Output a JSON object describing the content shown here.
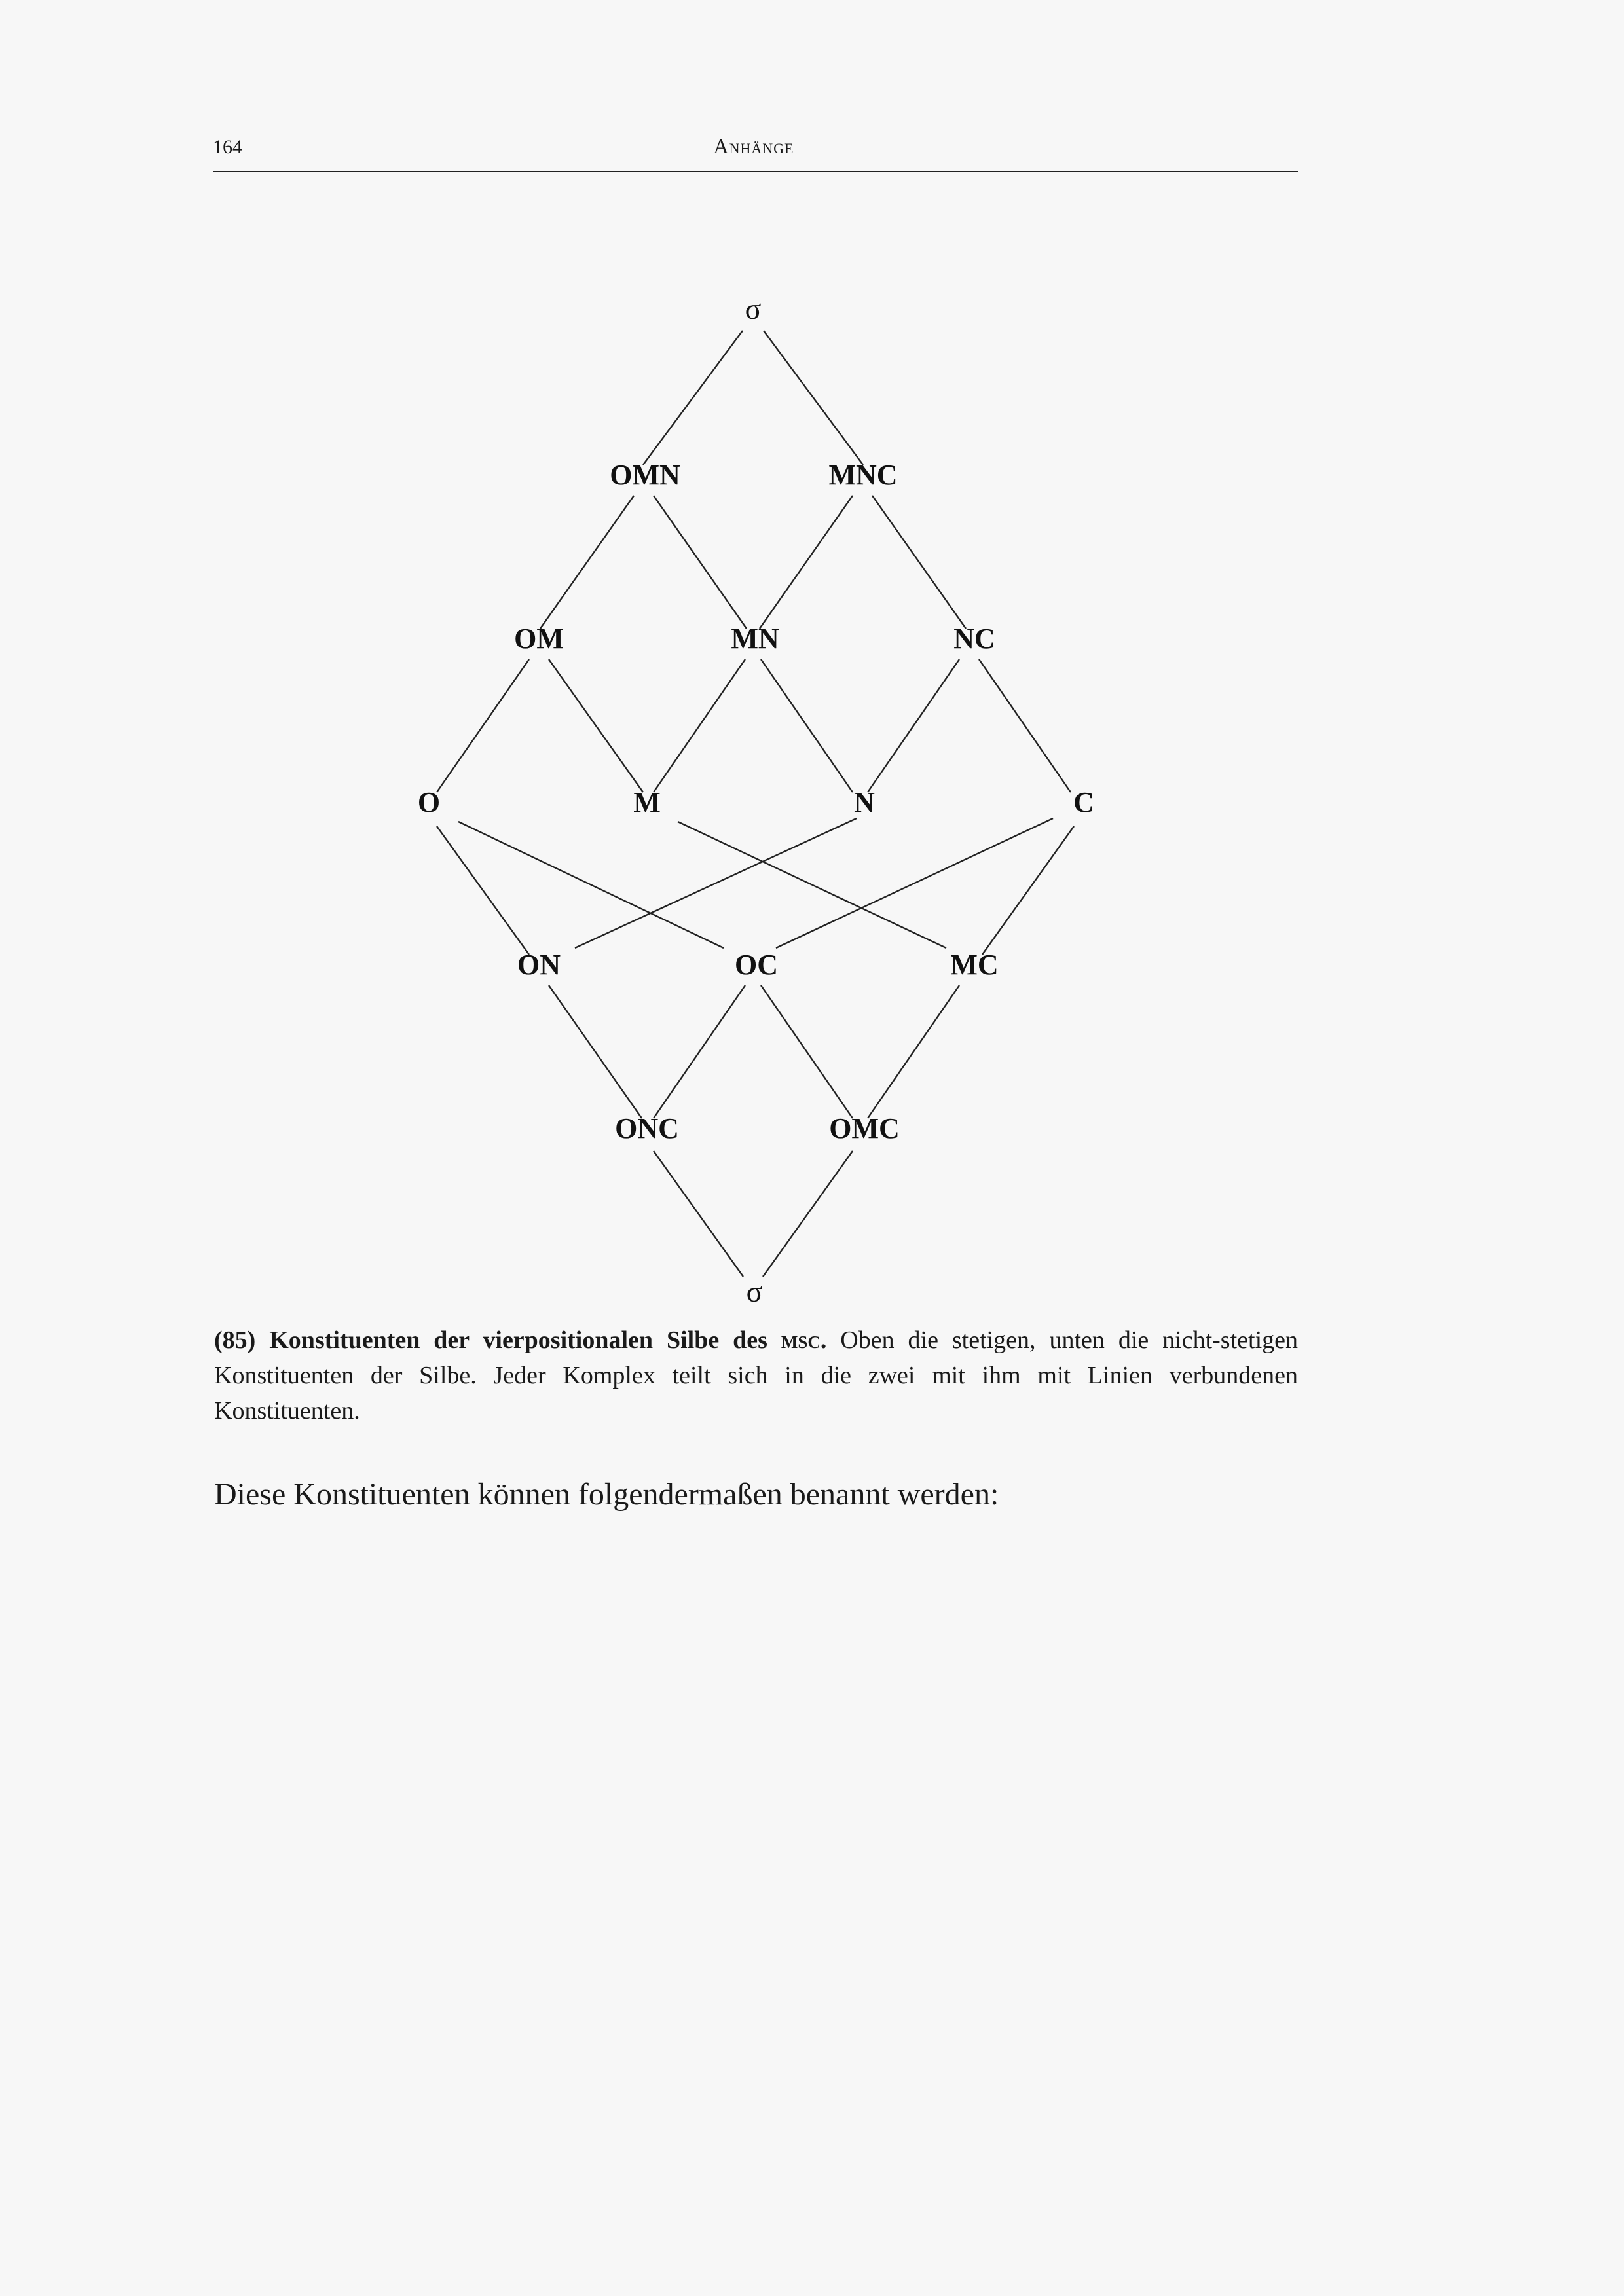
{
  "header": {
    "page_number": "164",
    "running_head": "Anhänge"
  },
  "diagram": {
    "nodes": {
      "sigma_top": "σ",
      "omn": "OMN",
      "mnc": "MNC",
      "om": "OM",
      "mn": "MN",
      "nc": "NC",
      "o": "O",
      "m": "M",
      "n": "N",
      "c": "C",
      "on": "ON",
      "oc": "OC",
      "mc": "MC",
      "onc": "ONC",
      "omc": "OMC",
      "sigma_bottom": "σ"
    }
  },
  "caption": {
    "label": "(85) Konstituenten der vierpositionalen Silbe des",
    "abbr": "msc.",
    "text": "Oben die stetigen, unten die nicht-stetigen Konstituenten der Silbe. Jeder Komplex teilt sich in die zwei mit ihm mit Linien verbundenen Konstituenten."
  },
  "body": {
    "paragraph": "Diese Konstituenten können folgendermaßen benannt werden:"
  }
}
